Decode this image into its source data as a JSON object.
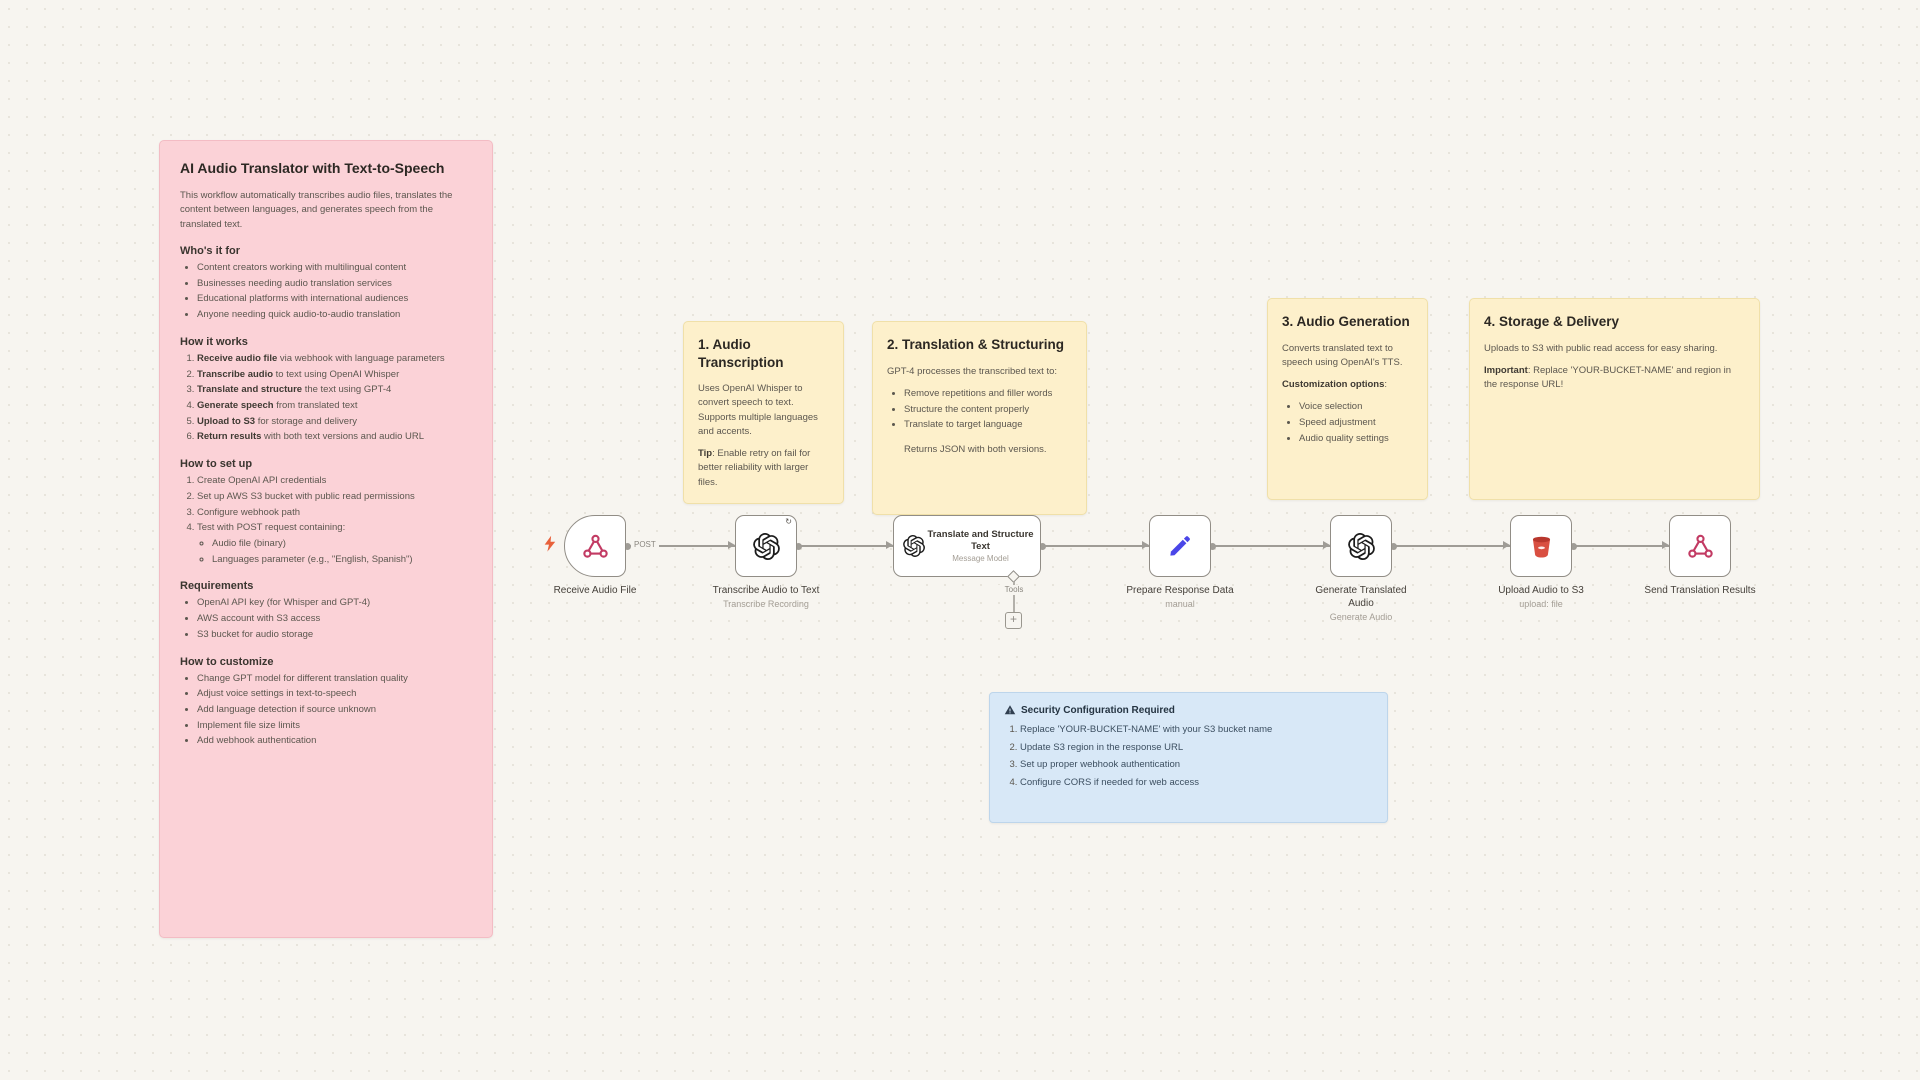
{
  "pink_note": {
    "title": "AI Audio Translator with Text-to-Speech",
    "intro": "This workflow automatically transcribes audio files, translates the content between languages, and generates speech from the translated text.",
    "whos_heading": "Who's it for",
    "whos_items": [
      "Content creators working with multilingual content",
      "Businesses needing audio translation services",
      "Educational platforms with international audiences",
      "Anyone needing quick audio-to-audio translation"
    ],
    "works_heading": "How it works",
    "works_steps": [
      {
        "b": "Receive audio file",
        "r": " via webhook with language parameters"
      },
      {
        "b": "Transcribe audio",
        "r": " to text using OpenAI Whisper"
      },
      {
        "b": "Translate and structure",
        "r": " the text using GPT-4"
      },
      {
        "b": "Generate speech",
        "r": " from translated text"
      },
      {
        "b": "Upload to S3",
        "r": " for storage and delivery"
      },
      {
        "b": "Return results",
        "r": " with both text versions and audio URL"
      }
    ],
    "setup_heading": "How to set up",
    "setup_steps": [
      "Create OpenAI API credentials",
      "Set up AWS S3 bucket with public read permissions",
      "Configure webhook path",
      "Test with POST request containing:"
    ],
    "setup_substeps": [
      "Audio file (binary)",
      "Languages parameter (e.g., \"English, Spanish\")"
    ],
    "req_heading": "Requirements",
    "req_items": [
      "OpenAI API key (for Whisper and GPT-4)",
      "AWS account with S3 access",
      "S3 bucket for audio storage"
    ],
    "custom_heading": "How to customize",
    "custom_items": [
      "Change GPT model for different translation quality",
      "Adjust voice settings in text-to-speech",
      "Add language detection if source unknown",
      "Implement file size limits",
      "Add webhook authentication"
    ]
  },
  "note1": {
    "title": "1. Audio Transcription",
    "body": "Uses OpenAI Whisper to convert speech to text. Supports multiple languages and accents.",
    "tip_b": "Tip",
    "tip_r": ": Enable retry on fail for better reliability with larger files."
  },
  "note2": {
    "title": "2. Translation & Structuring",
    "lead": "GPT-4 processes the transcribed text to:",
    "items": [
      "Remove repetitions and filler words",
      "Structure the content properly",
      "Translate to target language"
    ],
    "footer": "Returns JSON with both versions."
  },
  "note3": {
    "title": "3. Audio Generation",
    "body": "Converts translated text to speech using OpenAI's TTS.",
    "options_b": "Customization options",
    "options_r": ":",
    "items": [
      "Voice selection",
      "Speed adjustment",
      "Audio quality settings"
    ]
  },
  "note4": {
    "title": "4. Storage & Delivery",
    "body": "Uploads to S3 with public read access for easy sharing.",
    "imp_b": "Important",
    "imp_r": ": Replace 'YOUR-BUCKET-NAME' and region in the response URL!"
  },
  "security_note": {
    "heading": "Security Configuration Required",
    "items": [
      "Replace 'YOUR-BUCKET-NAME' with your S3 bucket name",
      "Update S3 region in the response URL",
      "Set up proper webhook authentication",
      "Configure CORS if needed for web access"
    ]
  },
  "nodes": {
    "receive": {
      "label": "Receive Audio File"
    },
    "transcribe": {
      "label": "Transcribe Audio to Text",
      "sub": "Transcribe Recording",
      "retry_badge": "↻"
    },
    "translate": {
      "title": "Translate and Structure Text",
      "sub": "Message Model",
      "tools_label": "Tools",
      "add_button": "+"
    },
    "prepare": {
      "label": "Prepare Response Data",
      "sub": "manual"
    },
    "generate": {
      "label": "Generate Translated Audio",
      "sub": "Generate Audio"
    },
    "upload": {
      "label": "Upload Audio to S3",
      "sub": "upload: file"
    },
    "send": {
      "label": "Send Translation Results"
    }
  },
  "wire_label": "POST",
  "colors": {
    "canvas": "#f7f5f0",
    "sticky_pink": "#fbd2d7",
    "sticky_yellow": "#fdf0cb",
    "sticky_blue": "#d8e8f7",
    "wire": "#9f9c96",
    "webhook_icon": "#c23a63",
    "openai_icon": "#1c1c1c",
    "set_node_icon": "#4a46e8",
    "s3_icon": "#d4493e",
    "trigger_bolt": "#e8613b"
  }
}
